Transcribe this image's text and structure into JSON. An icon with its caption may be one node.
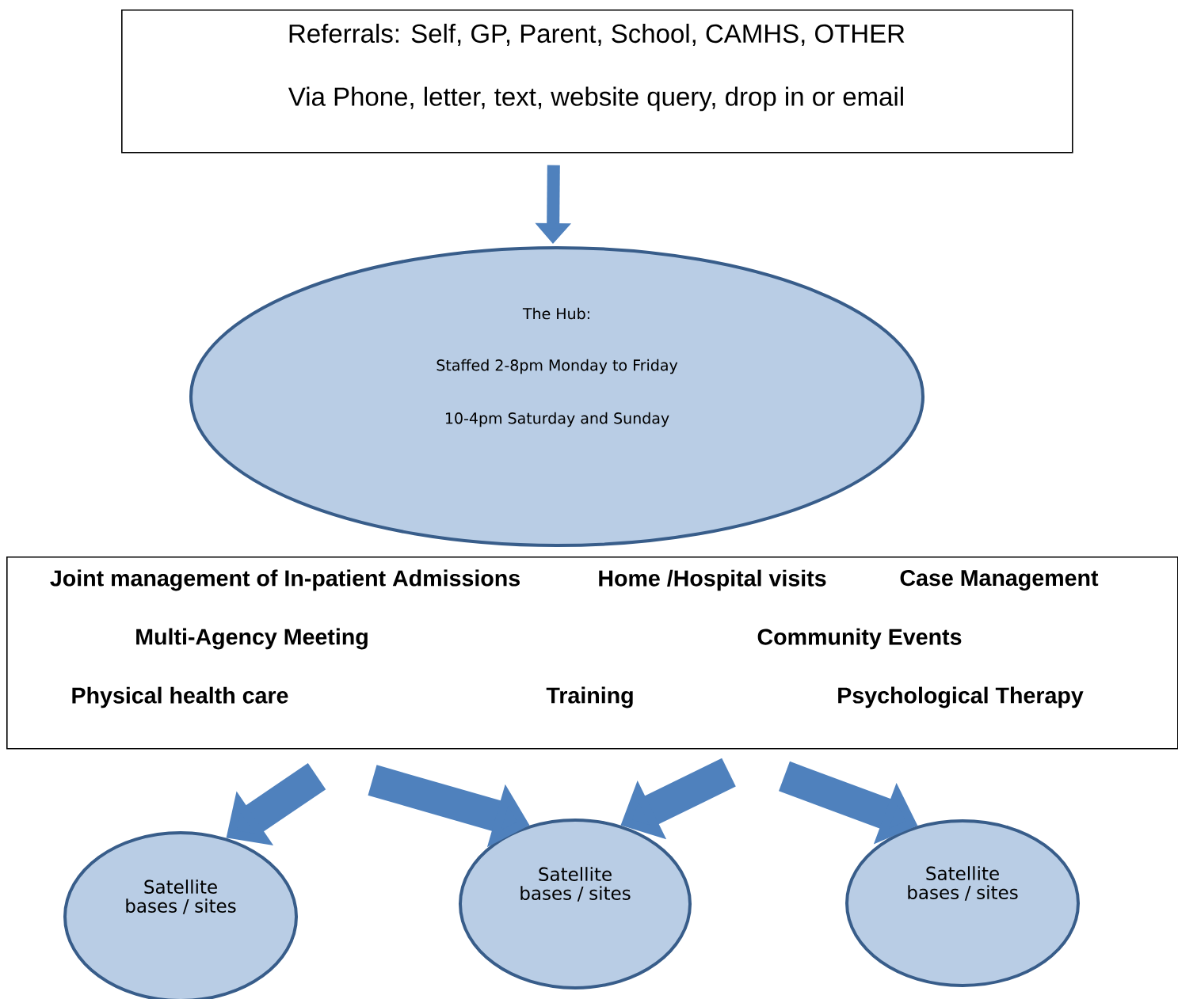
{
  "diagram": {
    "nodes": [
      {
        "text": [
          "Referrals: Self, GP, Parent, School, CAMHS, OTHER",
          "Via Phone, letter, text, website query, drop in or email"
        ]
      },
      {
        "text": [
          "The Hub:",
          "Staffed 2-8pm Monday to Friday",
          "10-4pm Saturday and Sunday"
        ]
      },
      {
        "text": [
          "Joint management of In-patient Admissions",
          "Home /Hospital visits",
          "Case Management",
          "Multi-Agency Meeting",
          "Community Events",
          "Physical health care",
          "Training",
          "Psychological Therapy"
        ]
      },
      {
        "text": [
          "Satellite bases / sites"
        ]
      },
      {
        "text": [
          "Satellite bases / sites"
        ]
      },
      {
        "text": [
          "Satellite bases / sites"
        ]
      }
    ],
    "edges": [
      {
        "from": 0,
        "to": 1,
        "arrow": "to"
      },
      {
        "from": 2,
        "to": 3,
        "arrow": "to"
      },
      {
        "from": 2,
        "to": 4,
        "arrow": "to"
      },
      {
        "from": 2,
        "to": 4,
        "arrow": "to"
      },
      {
        "from": 2,
        "to": 5,
        "arrow": "to"
      }
    ]
  }
}
